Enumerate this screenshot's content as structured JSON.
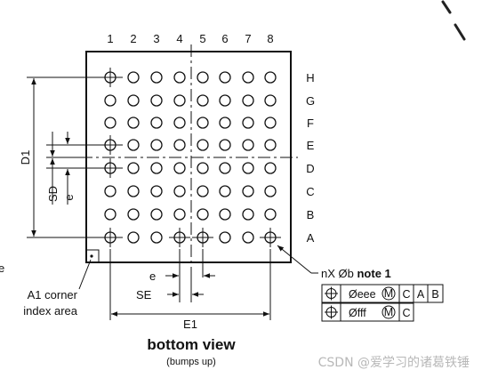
{
  "columns": [
    "1",
    "2",
    "3",
    "4",
    "5",
    "6",
    "7",
    "8"
  ],
  "rows": [
    "H",
    "G",
    "F",
    "E",
    "D",
    "C",
    "B",
    "A"
  ],
  "dims": {
    "d1": "D1",
    "sd": "SD",
    "e_vertical": "e",
    "e_horizontal": "e",
    "se": "SE",
    "e1": "E1"
  },
  "corner_label_line1": "A1 corner",
  "corner_label_line2": "index area",
  "ball_note_prefix": "nX Øb",
  "ball_note_bold": "note 1",
  "fcf": [
    {
      "tolerance": "Øeee",
      "modifier": "M",
      "datums": [
        "C",
        "A",
        "B"
      ]
    },
    {
      "tolerance": "Øfff",
      "modifier": "M",
      "datums": [
        "C"
      ]
    }
  ],
  "view_title": "bottom view",
  "view_subtitle": "(bumps up)",
  "edge_fragment": "e",
  "watermark": "CSDN @爱学习的诸葛铁锤"
}
